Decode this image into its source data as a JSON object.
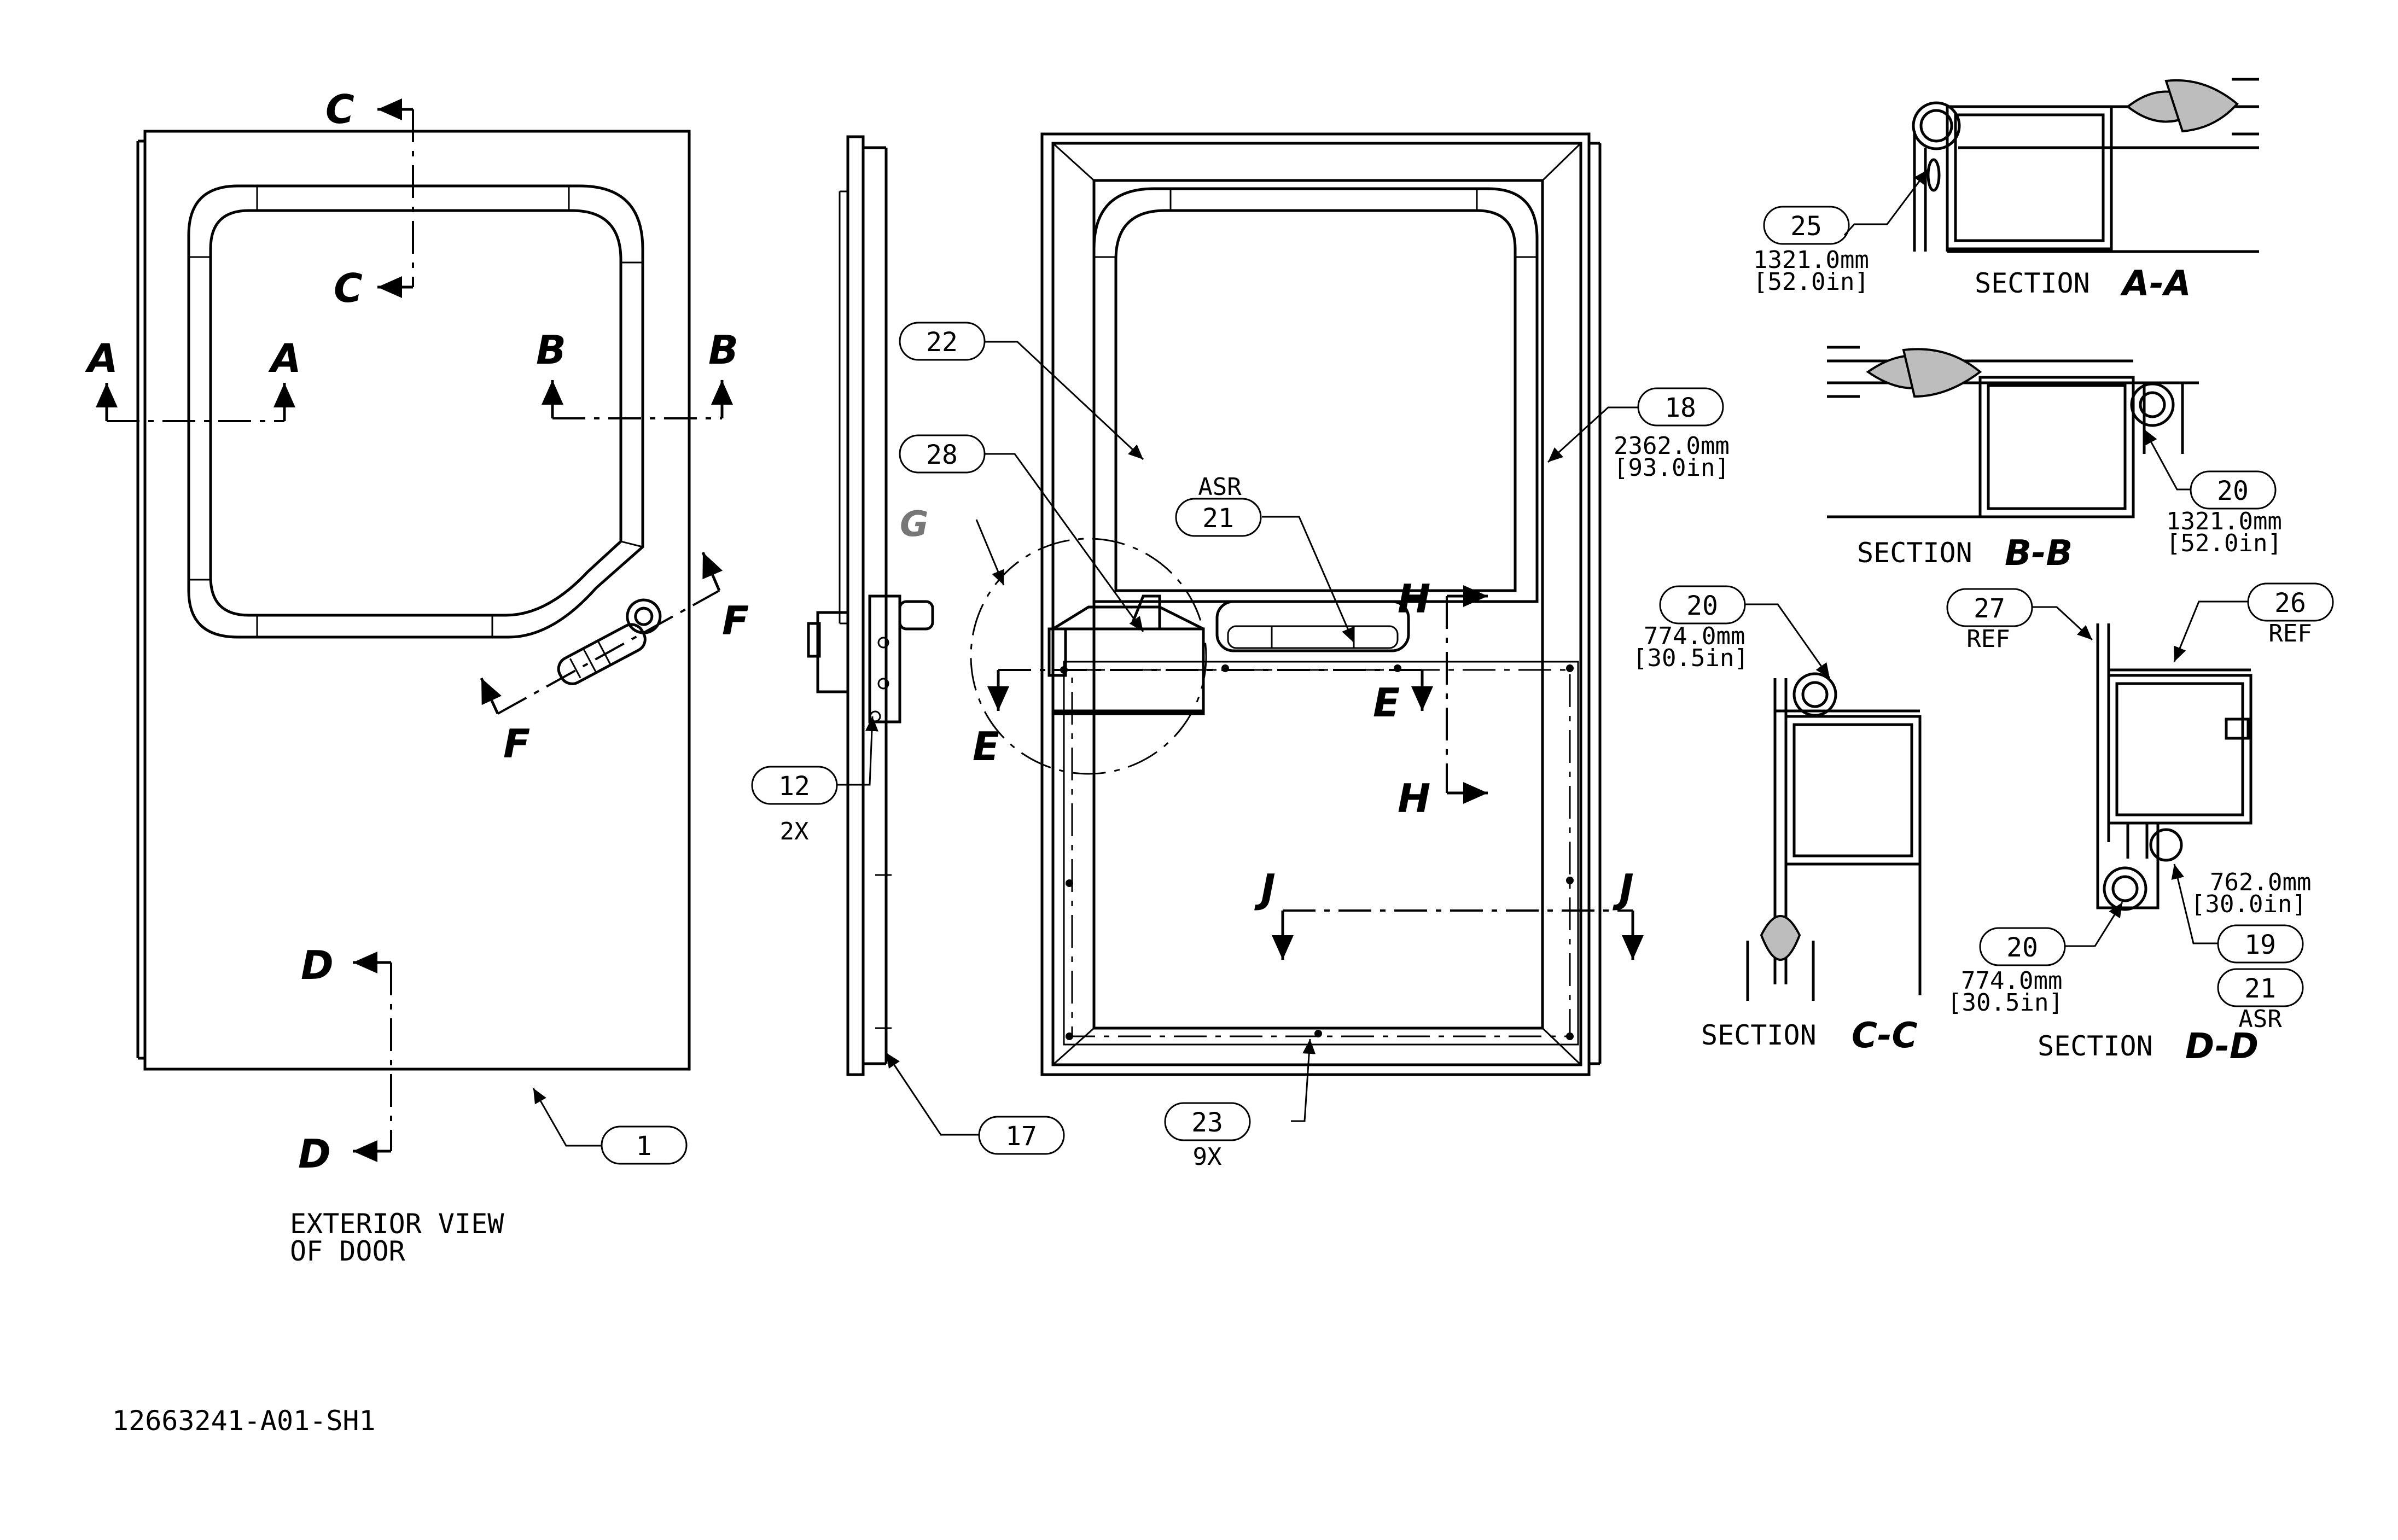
{
  "balloons": {
    "b1": "1",
    "b12": "12",
    "b17": "17",
    "b18": "18",
    "b20a": "20",
    "b20b": "20",
    "b20c": "20",
    "b21a": "21",
    "b21b": "21",
    "b22": "22",
    "b23": "23",
    "b25": "25",
    "b26": "26",
    "b27": "27",
    "b28": "28",
    "b19": "19"
  },
  "qty": {
    "q12": "2X",
    "q23": "9X"
  },
  "notes": {
    "asr1": "ASR",
    "asr2": "ASR",
    "ref26": "REF",
    "ref27": "REF"
  },
  "dims": {
    "aa_mm": "1321.0mm",
    "aa_in": "[52.0in]",
    "bb_mm": "1321.0mm",
    "bb_in": "[52.0in]",
    "d18_mm": "2362.0mm",
    "d18_in": "[93.0in]",
    "cc_mm": "774.0mm",
    "cc_in": "[30.5in]",
    "dd1_mm": "774.0mm",
    "dd1_in": "[30.5in]",
    "dd2_mm": "762.0mm",
    "dd2_in": "[30.0in]"
  },
  "section_letters": {
    "a": "A",
    "b": "B",
    "c": "C",
    "d": "D",
    "e": "E",
    "f": "F",
    "g": "G",
    "h": "H",
    "j": "J"
  },
  "section_titles": {
    "aa_word": "SECTION",
    "aa_id": "A-A",
    "bb_word": "SECTION",
    "bb_id": "B-B",
    "cc_word": "SECTION",
    "cc_id": "C-C",
    "dd_word": "SECTION",
    "dd_id": "D-D"
  },
  "view_label": {
    "line1": "EXTERIOR VIEW",
    "line2": "OF DOOR"
  },
  "drawing_number": "12663241-A01-SH1"
}
